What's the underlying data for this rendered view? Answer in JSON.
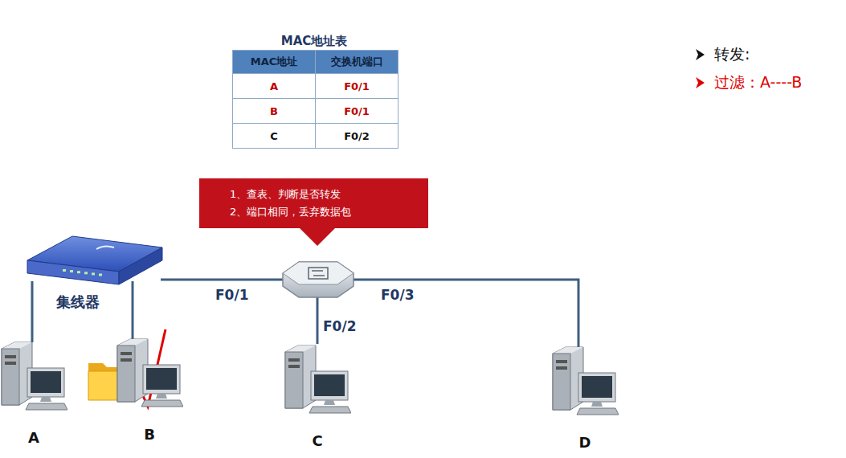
{
  "diagram": {
    "nodes": [
      {
        "text": [
          "1、查表、判断是否转发",
          "2、端口相同，丢弃数据包"
        ]
      },
      {
        "text": [
          "集线器"
        ]
      },
      {
        "text": [
          "A"
        ]
      },
      {
        "text": [
          "B"
        ]
      },
      {
        "text": [
          "C"
        ]
      },
      {
        "text": [
          "D"
        ]
      }
    ],
    "edges": [
      {
        "from": 2,
        "to": 1,
        "arrow": "none"
      },
      {
        "from": 3,
        "to": 1,
        "arrow": "none"
      }
    ],
    "labels": [
      "MAC地址表",
      "MAC地址",
      "交换机端口",
      "A",
      "F0/1",
      "B",
      "F0/1",
      "C",
      "F0/2",
      "F0/1",
      "F0/3",
      "F0/2",
      "转发:",
      "过滤：A----B"
    ]
  }
}
